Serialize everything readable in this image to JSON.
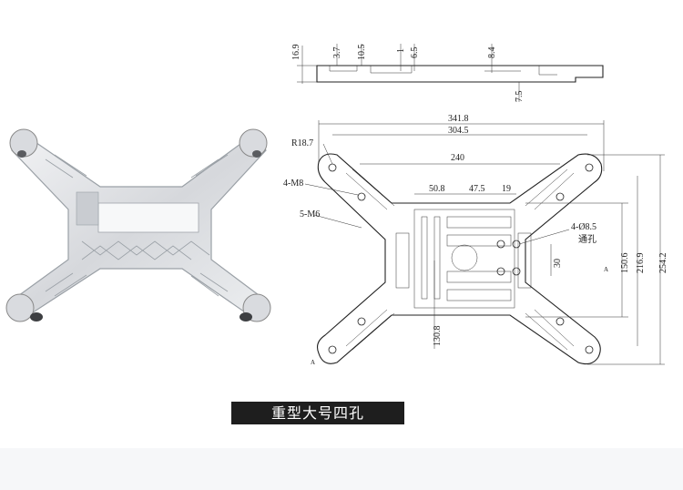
{
  "caption": "重型大号四孔",
  "section_dims": {
    "d1": "16.9",
    "d2": "3.7",
    "d3": "10.5",
    "d4": "1",
    "d5": "6.5",
    "d6": "8.4",
    "d7": "7.5"
  },
  "plan_dims": {
    "overall_width": "341.8",
    "hole_span": "304.5",
    "corner_radius": "R18.7",
    "corner_holes": "4-M8",
    "center_holes": "5-M6",
    "inner_width": "240",
    "slot_a": "50.8",
    "slot_b": "47.5",
    "slot_c": "19",
    "through_holes": "4-Ø8.5",
    "through_note": "通孔",
    "hole_pitch": "30",
    "height_a": "150.6",
    "height_b": "216.9",
    "height_c": "254.2",
    "offset": "130.8",
    "section_mark": "A"
  },
  "colors": {
    "caption_bg": "#1e1e1e",
    "caption_text": "#ffffff",
    "line": "#222222",
    "footer_band": "#f6f7f9"
  }
}
